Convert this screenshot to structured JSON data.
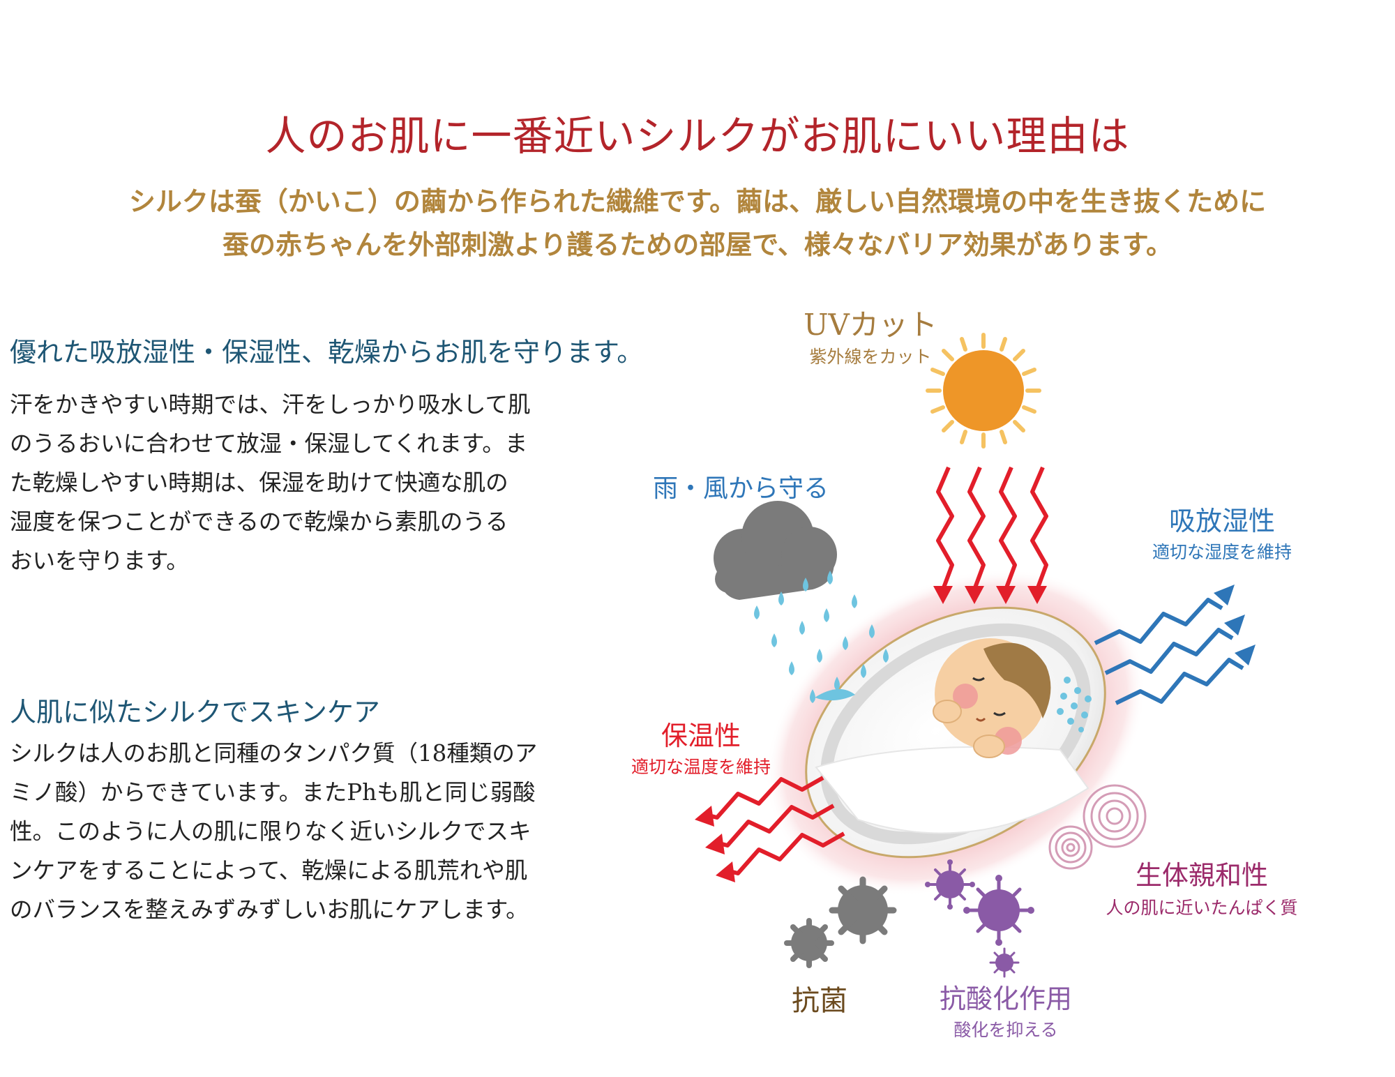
{
  "title": "人のお肌に一番近いシルクがお肌にいい理由は",
  "intro_lines": [
    "シルクは蚕（かいこ）の繭から作られた繊維です。繭は、厳しい自然環境の中を生き抜くために",
    "蚕の赤ちゃんを外部刺激より護るための部屋で、様々なバリア効果があります。"
  ],
  "section1": {
    "heading": "優れた吸放湿性・保湿性、乾燥からお肌を守ります。",
    "lines": [
      "汗をかきやすい時期では、汗をしっかり吸水して肌",
      "のうるおいに合わせて放湿・保湿してくれます。ま",
      "た乾燥しやすい時期は、保湿を助けて快適な肌の",
      "湿度を保つことができるので乾燥から素肌のうる",
      "おいを守ります。"
    ]
  },
  "section2": {
    "heading": "人肌に似たシルクでスキンケア",
    "lines": [
      "シルクは人のお肌と同種のタンパク質（18種類のア",
      "ミノ酸）からできています。またPhも肌と同じ弱酸",
      "性。このように人の肌に限りなく近いシルクでスキ",
      "ンケアをすることによって、乾燥による肌荒れや肌",
      "のバランスを整えみずみずしいお肌にケアします。"
    ]
  },
  "diagram": {
    "uv": {
      "title": "UVカット",
      "sub": "紫外線をカット"
    },
    "rain": {
      "title": "雨・風から守る"
    },
    "moisture": {
      "title": "吸放湿性",
      "sub": "適切な湿度を維持"
    },
    "warmth": {
      "title": "保温性",
      "sub": "適切な温度を維持"
    },
    "bio": {
      "title": "生体親和性",
      "sub": "人の肌に近いたんぱく質"
    },
    "antibac": {
      "title": "抗菌"
    },
    "antiox": {
      "title": "抗酸化作用",
      "sub": "酸化を抑える"
    }
  },
  "colors": {
    "title": "#b3242a",
    "intro": "#b1853c",
    "heading": "#1e5674",
    "uv_label": "#a67c3e",
    "sun": "#ee9628",
    "blue": "#2e76b8",
    "red": "#e21e2a",
    "magenta": "#9b2a6a",
    "purple": "#8a5aa6",
    "gray": "#7b7b7b",
    "brown": "#6b4a1e",
    "rain_drop": "#6ec4e0"
  }
}
